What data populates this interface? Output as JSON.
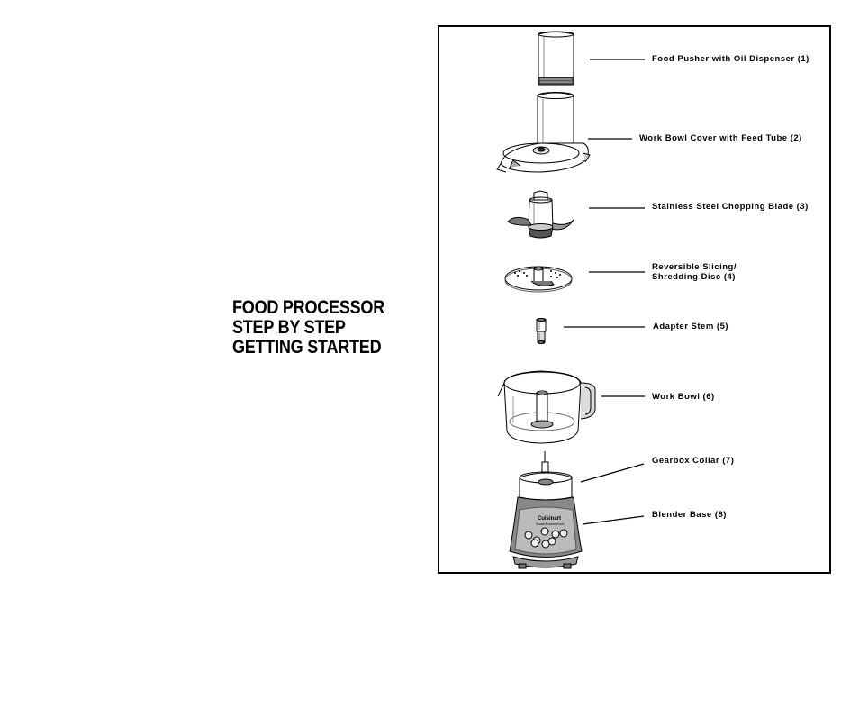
{
  "heading": {
    "lines": [
      "FOOD PROCESSOR",
      "STEP BY STEP",
      "GETTING STARTED"
    ]
  },
  "parts": [
    {
      "label": "Food Pusher with Oil Dispenser (1)"
    },
    {
      "label": "Work Bowl Cover with Feed Tube (2)"
    },
    {
      "label": "Stainless Steel Chopping Blade (3)"
    },
    {
      "label_line1": "Reversible Slicing/",
      "label_line2": "Shredding Disc (4)"
    },
    {
      "label": "Adapter Stem (5)"
    },
    {
      "label": "Work Bowl (6)"
    },
    {
      "label": "Gearbox Collar (7)"
    },
    {
      "label": "Blender Base (8)"
    }
  ],
  "base_branding": {
    "logo": "Cuisinart",
    "model": "SmartPower Duet"
  }
}
